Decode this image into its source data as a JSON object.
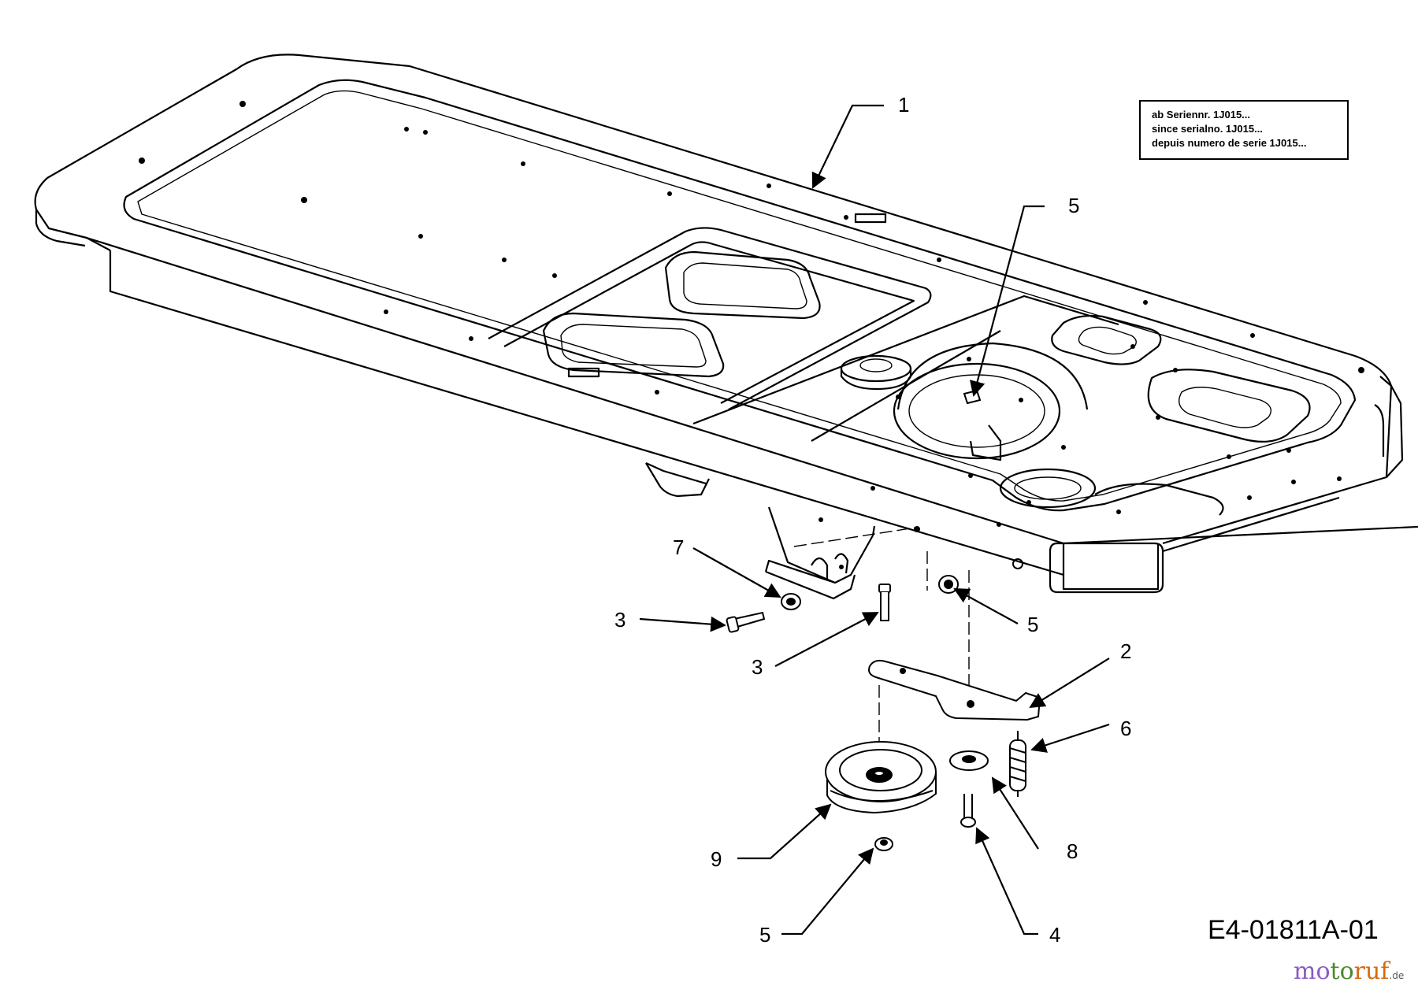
{
  "note": {
    "lines": [
      "ab Seriennr. 1J015...",
      "since serialno. 1J015...",
      "depuis numero de serie 1J015..."
    ]
  },
  "callouts": {
    "p1": "1",
    "p5_top": "5",
    "p7": "7",
    "p3_left": "3",
    "p5_right": "5",
    "p3_mid": "3",
    "p2": "2",
    "p6": "6",
    "p8": "8",
    "p9": "9",
    "p5_bottom": "5",
    "p4": "4"
  },
  "drawing_id": "E4-01811A-01",
  "watermark": {
    "parts": [
      "mo",
      "to",
      "ruf"
    ],
    "tld": ".de",
    "colors": [
      "#8a5cc4",
      "#4a8b2d",
      "#d36b12"
    ]
  }
}
